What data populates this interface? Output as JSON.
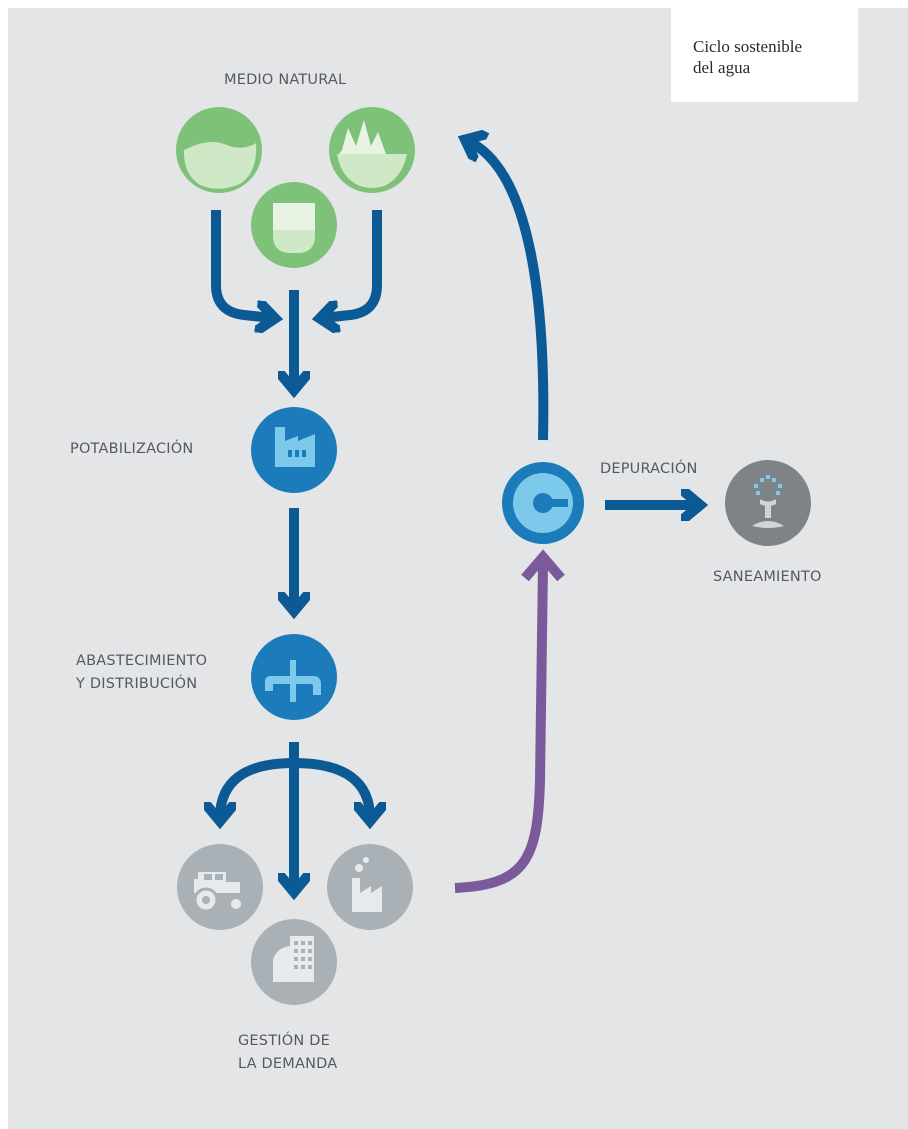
{
  "title": "Ciclo sostenible\ndel agua",
  "labels": {
    "medio_natural": "MEDIO NATURAL",
    "potabilizacion": "POTABILIZACIÓN",
    "abastecimiento": "ABASTECIMIENTO\nY DISTRIBUCIÓN",
    "gestion": "GESTIÓN DE\nLA DEMANDA",
    "depuracion": "DEPURACIÓN",
    "saneamiento": "SANEAMIENTO"
  },
  "colors": {
    "background": "#e4e5e7",
    "arrow_blue": "#0b5a96",
    "arrow_purple": "#7b5a9c",
    "natural_green": "#7ec27a",
    "natural_light": "#cfe8c6",
    "process_blue": "#1e7fbe",
    "process_light": "#7cc9ec",
    "demand_gray": "#a9b1b6",
    "sanitation_gray": "#7d8387"
  },
  "icons": [
    "lake-icon",
    "mountain-icon",
    "water-glass-icon",
    "water-treatment-plant-icon",
    "water-pipe-icon",
    "tractor-icon",
    "factory-icon",
    "building-icon",
    "treatment-tank-icon",
    "fountain-icon"
  ]
}
